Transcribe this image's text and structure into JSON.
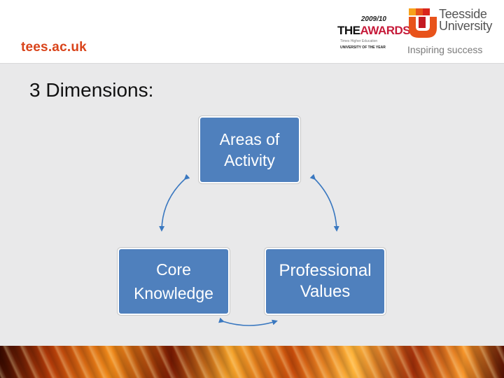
{
  "header": {
    "site_url": "tees.ac.uk",
    "awards_year": "2009/10",
    "awards_title_the": "THE",
    "awards_title_main": "AWARDS",
    "awards_sub_line1": "Times Higher Education",
    "awards_sub_line2": "UNIVERSITY OF THE YEAR",
    "university_name_line1": "Teesside",
    "university_name_line2": "University",
    "tagline": "Inspiring success"
  },
  "slide": {
    "title": "3 Dimensions:"
  },
  "diagram": {
    "nodes": {
      "top": "Areas of\nActivity",
      "left": "Core\nKnowledge",
      "right": "Professional\nValues"
    },
    "colors": {
      "node_fill": "#4f80bd",
      "arrow": "#3a78c0"
    }
  }
}
